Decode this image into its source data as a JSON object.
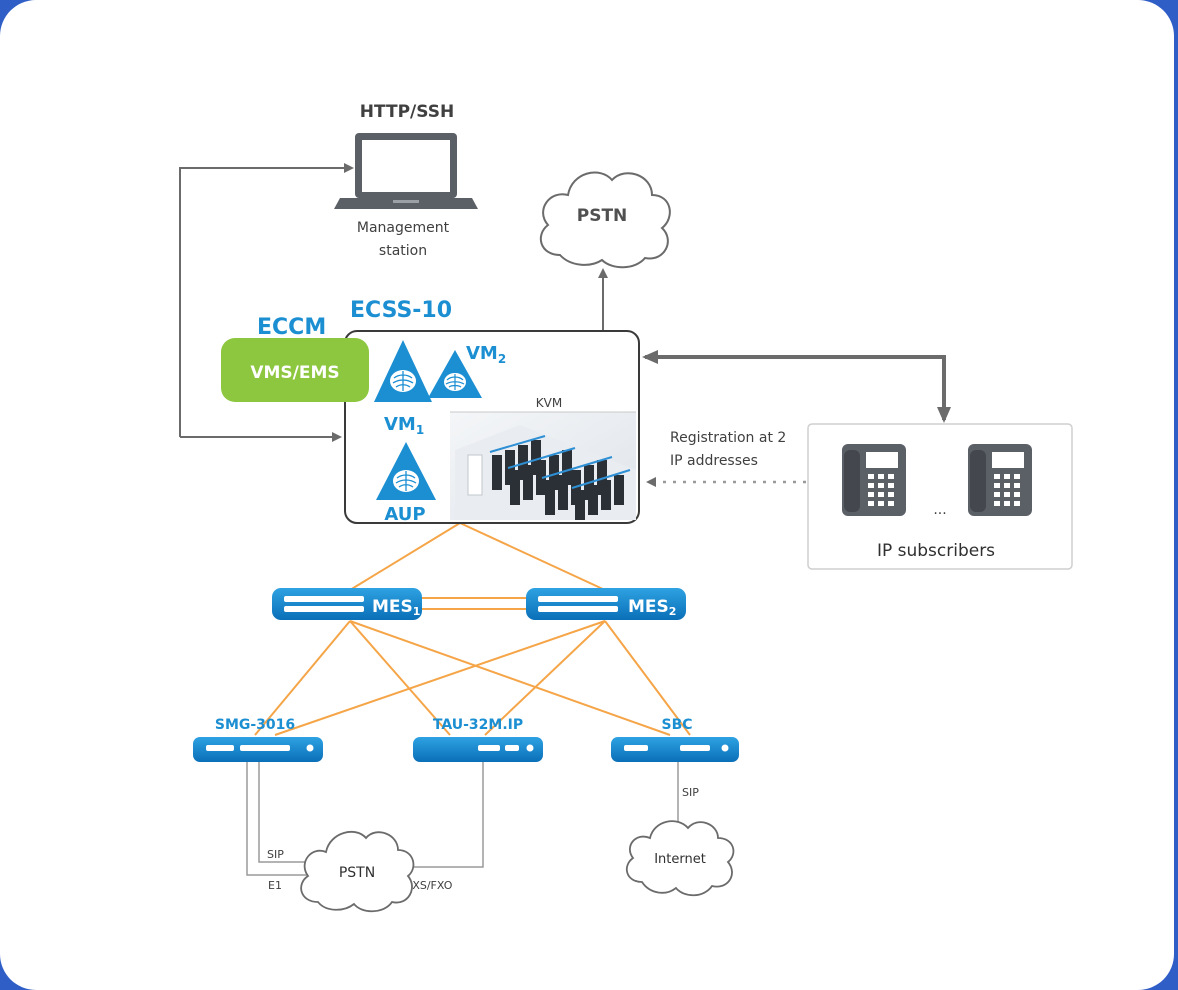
{
  "colors": {
    "frame_border": "#2f5ec7",
    "background": "#ffffff",
    "brand_blue": "#1b8fd2",
    "device_blue": "#0c7cc6",
    "ems_green": "#8dc63f",
    "link_orange": "#f5a547",
    "line_gray": "#6b6b6b",
    "text_dark": "#404040"
  },
  "management": {
    "protocol": "HTTP/SSH",
    "label_line1": "Management",
    "label_line2": "station",
    "icon": "laptop-icon"
  },
  "pstn_top": {
    "label": "PSTN",
    "icon": "cloud-icon"
  },
  "ecss": {
    "title": "ECSS-10",
    "eccm_title": "ECCM",
    "ems_label": "VMS/EMS",
    "vm1_label": "VM",
    "vm1_sub": "1",
    "vm2_label": "VM",
    "vm2_sub": "2",
    "aup_label": "AUP",
    "kvm_label": "KVM",
    "icon": "server-room-icon"
  },
  "registration": {
    "line1": "Registration at 2",
    "line2": "IP addresses"
  },
  "ip_subscribers": {
    "label": "IP subscribers",
    "ellipsis": "...",
    "icon": "desk-phone-icon"
  },
  "switches": [
    {
      "label": "MES",
      "sub": "1"
    },
    {
      "label": "MES",
      "sub": "2"
    }
  ],
  "gateways": {
    "smg": "SMG-3016",
    "tau": "TAU-32M.IP",
    "sbc": "SBC"
  },
  "links": {
    "sip_smg": "SIP",
    "e1": "E1",
    "fxs_fxo": "FXS/FXO",
    "sip_sbc": "SIP"
  },
  "pstn_bottom": {
    "label": "PSTN",
    "icon": "cloud-icon"
  },
  "internet": {
    "label": "Internet",
    "icon": "cloud-icon"
  }
}
